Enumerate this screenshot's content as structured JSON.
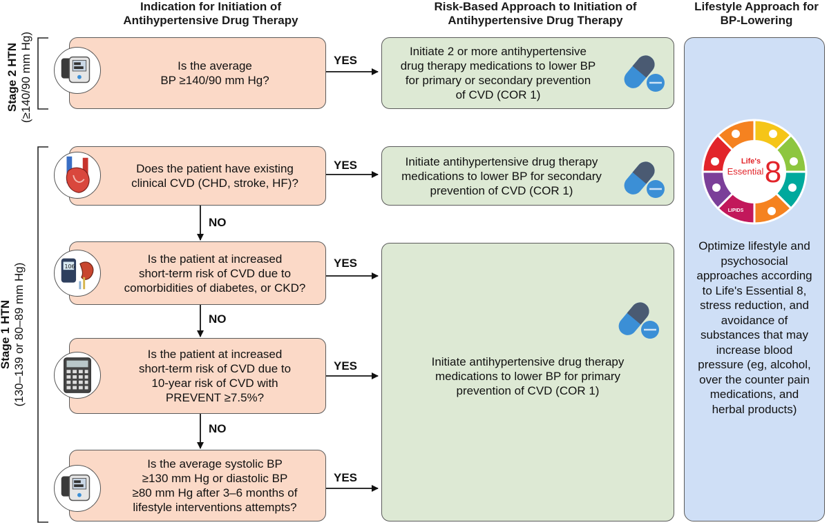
{
  "headers": {
    "col1": "Indication for Initiation of\nAntihypertensive Drug Therapy",
    "col2": "Risk-Based Approach to Initiation of\nAntihypertensive Drug Therapy",
    "col3": "Lifestyle Approach for\nBP-Lowering"
  },
  "stages": {
    "stage2_title": "Stage 2 HTN",
    "stage2_range": "(≥140/90 mm Hg)",
    "stage1_title": "Stage 1 HTN",
    "stage1_range": "(130–139 or 80–89 mm Hg)"
  },
  "questions": [
    {
      "text": "Is the average\nBP ≥140/90 mm Hg?",
      "icon": "bp-monitor-icon"
    },
    {
      "text": "Does the patient have existing\nclinical CVD (CHD, stroke, HF)?",
      "icon": "heart-icon"
    },
    {
      "text": "Is the patient at increased\nshort-term risk of CVD due to\ncomorbidities of diabetes, or CKD?",
      "icon": "glucose-kidney-icon"
    },
    {
      "text": "Is the patient at increased\nshort-term risk of CVD due to\n10-year risk of CVD with\nPREVENT ≥7.5%?",
      "icon": "calculator-icon"
    },
    {
      "text": "Is the average systolic BP\n≥130 mm Hg or diastolic BP\n≥80 mm Hg after 3–6 months of\nlifestyle interventions attempts?",
      "icon": "bp-monitor-icon"
    }
  ],
  "actions": [
    {
      "text": "Initiate 2 or more antihypertensive\ndrug therapy medications to lower BP\nfor primary or secondary prevention\nof CVD (COR 1)",
      "icon": "pill-icon"
    },
    {
      "text": "Initiate antihypertensive drug therapy\nmedications to lower BP for secondary\nprevention of CVD (COR 1)",
      "icon": "pill-icon"
    },
    {
      "text": "Initiate antihypertensive drug therapy\nmedications to lower BP for primary\nprevention of CVD (COR 1)",
      "icon": "pill-icon"
    }
  ],
  "arrows": {
    "yes": "YES",
    "no": "NO"
  },
  "lifestyle": {
    "logo_line1": "Life's",
    "logo_line2": "Essential",
    "logo_number": "8",
    "logo_lipids": "LIPIDS",
    "text": "Optimize lifestyle and\npsychosocial\napproaches according\nto Life's Essential 8,\nstress reduction, and\navoidance of\nsubstances that may\nincrease blood\npressure (eg, alcohol,\nover the counter pain\nmedications, and\nherbal products)"
  },
  "colors": {
    "question_fill": "#fbd9c7",
    "action_fill": "#dde9d4",
    "lifestyle_fill": "#cfdff6",
    "pill_dark": "#4a5a72",
    "pill_blue": "#3b8fd6",
    "logo_red": "#e2242a",
    "logo_orange": "#f58220",
    "logo_yellow": "#f5c518",
    "logo_green": "#8dc63f",
    "logo_teal": "#00a99d",
    "logo_purple": "#7b3f99",
    "logo_magenta": "#c2185b"
  }
}
